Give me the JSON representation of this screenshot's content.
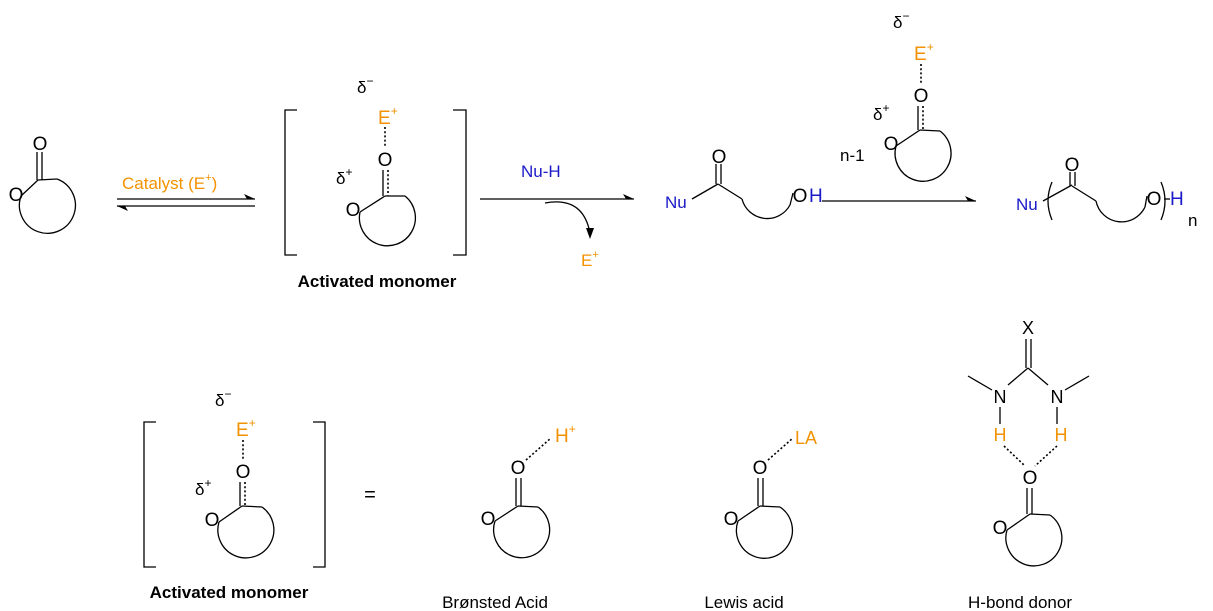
{
  "colors": {
    "orange": "#f39200",
    "blue": "#1a1ac8",
    "black": "#000000"
  },
  "atoms": {
    "O": "O",
    "E": "E",
    "H": "H",
    "N": "N",
    "X": "X",
    "plus": "+",
    "delta": "δ",
    "minus": "−",
    "LA": "LA",
    "Nu": "Nu"
  },
  "scheme": {
    "catalyst_label": "Catalyst (E",
    "catalyst_close": ")",
    "nu_h_label": "Nu-H",
    "n_minus_1": "n-1",
    "subscript_n": "n",
    "activated_monomer_label": "Activated monomer"
  },
  "legend": {
    "equals": "=",
    "activated_monomer_label": "Activated monomer",
    "bronsted_label": "Brønsted Acid",
    "lewis_label": "Lewis acid",
    "hbond_label": "H-bond donor"
  }
}
